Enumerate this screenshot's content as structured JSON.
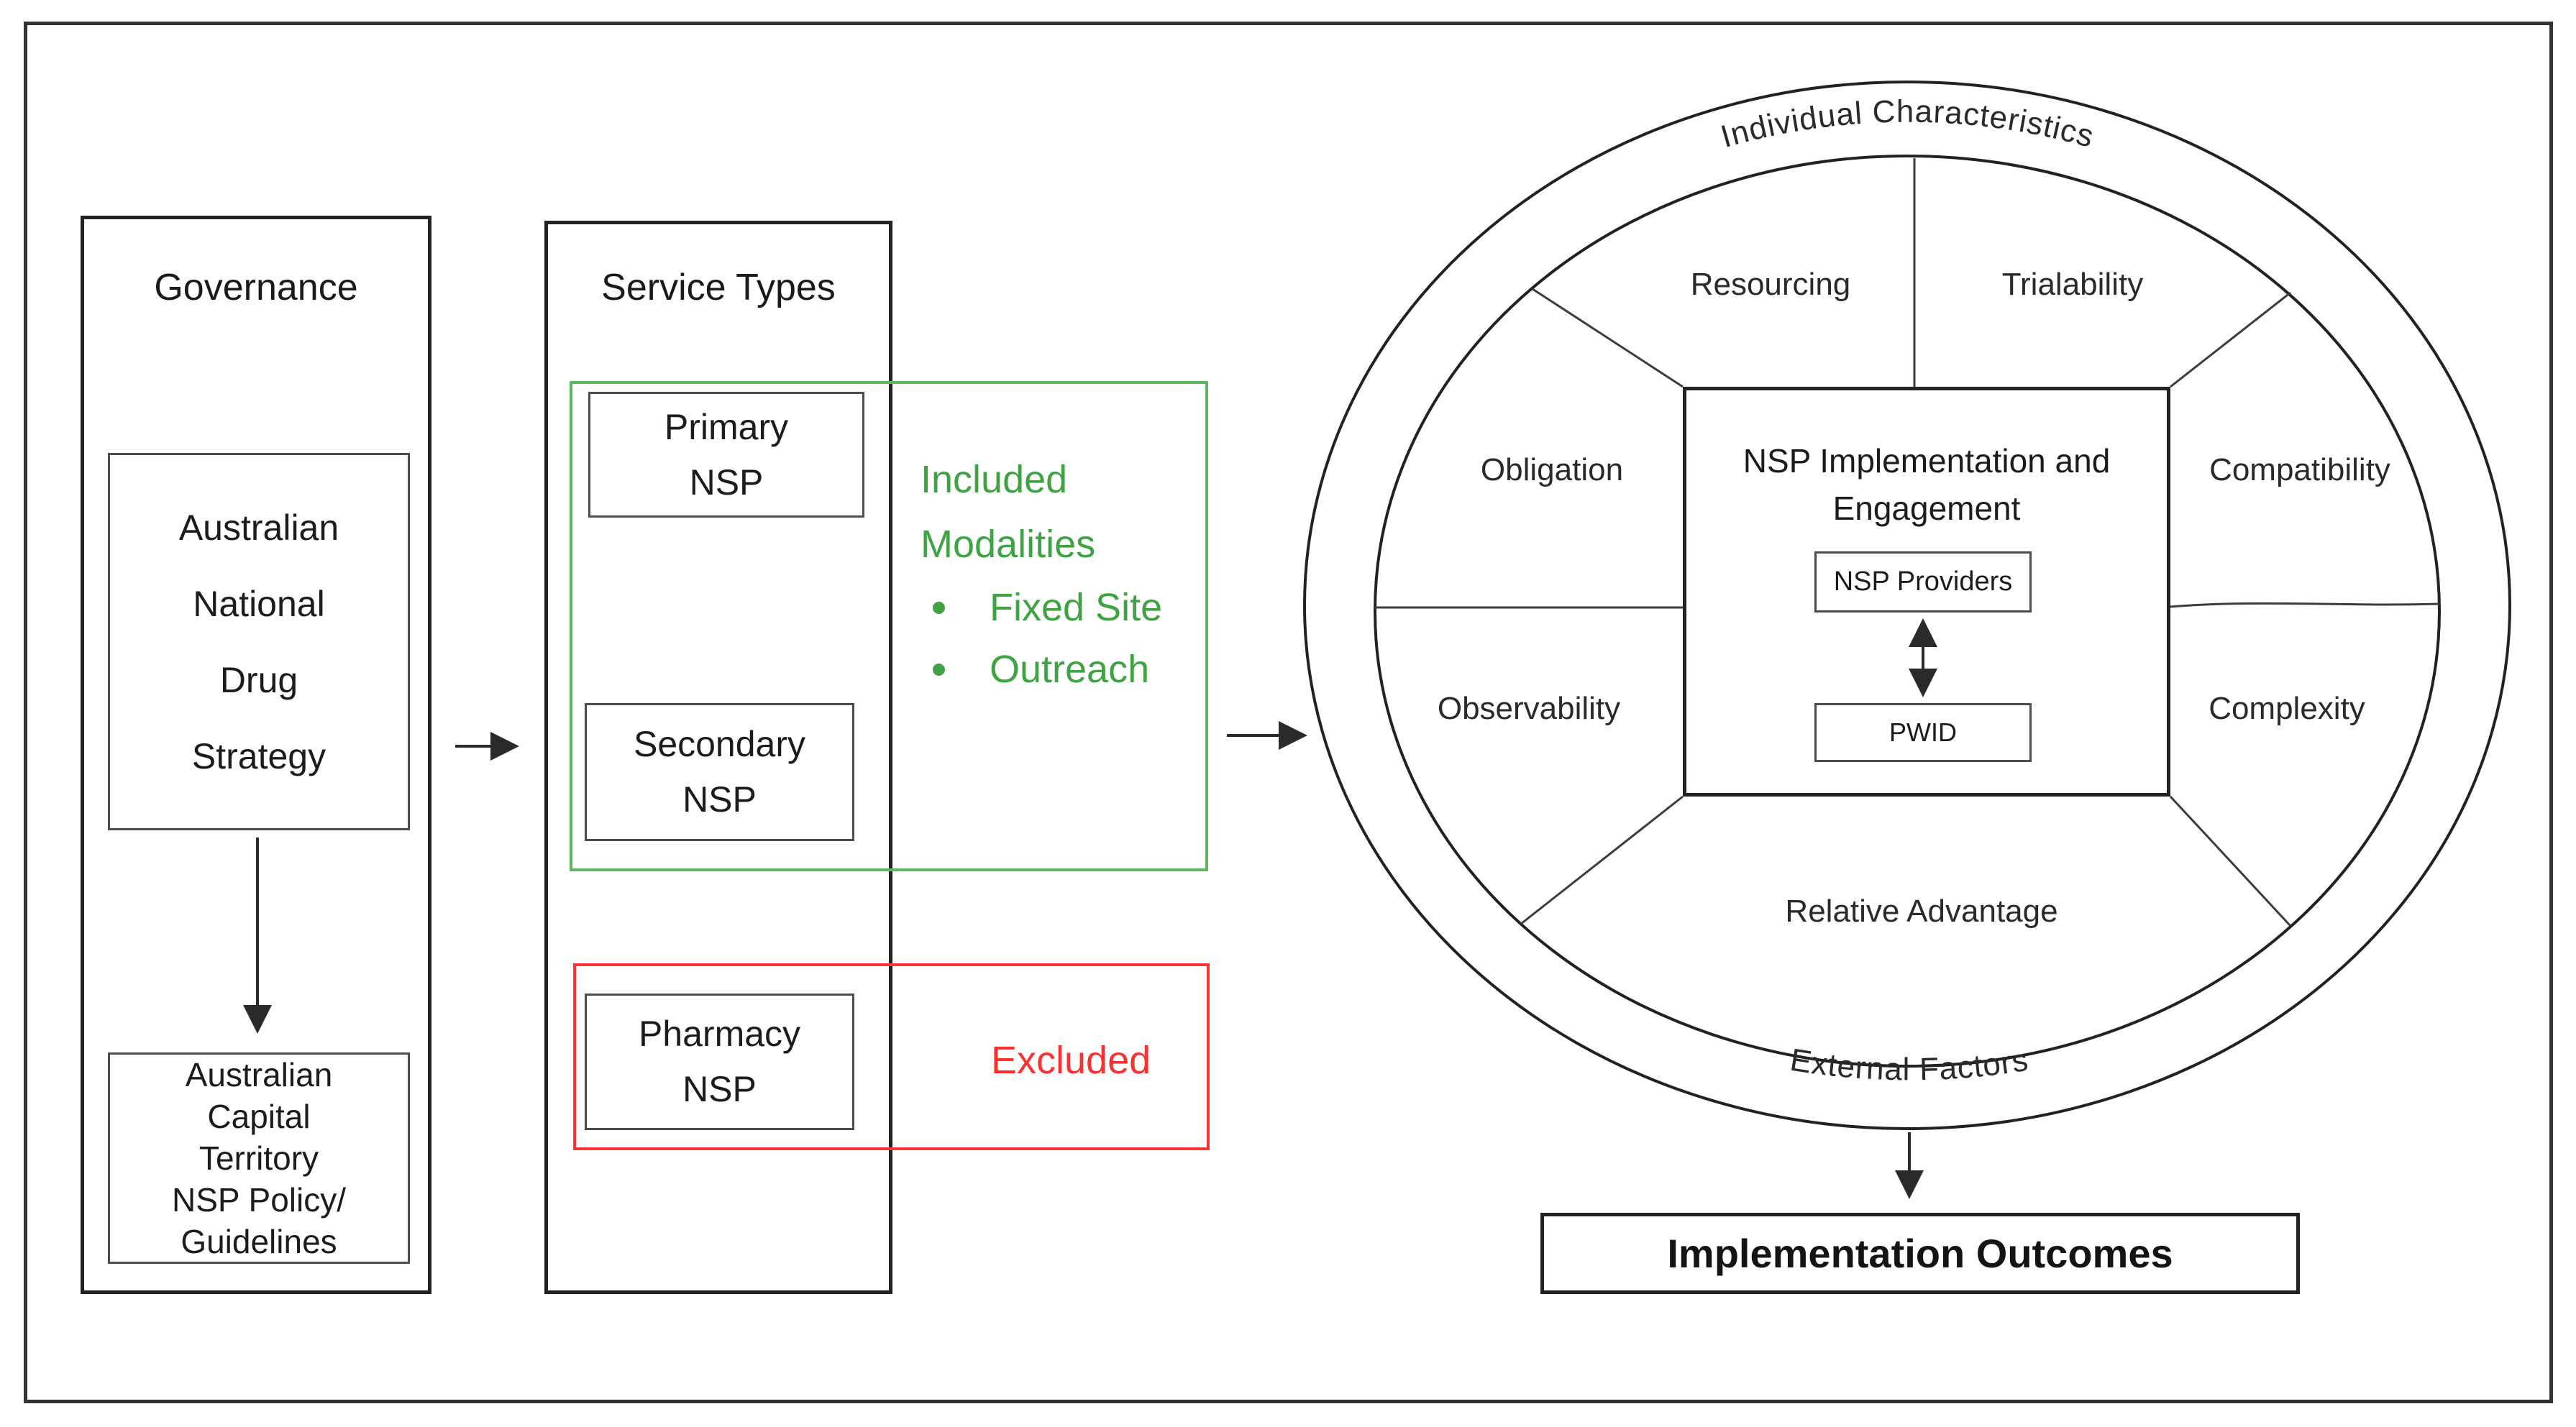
{
  "figure": {
    "governance": {
      "title": "Governance",
      "items": [
        {
          "label": "Australian\nNational\nDrug\nStrategy"
        },
        {
          "label": "Australian\nCapital\nTerritory\nNSP Policy/\nGuidelines"
        }
      ]
    },
    "service_types": {
      "title": "Service Types",
      "items": [
        {
          "label": "Primary\nNSP"
        },
        {
          "label": "Secondary\nNSP"
        },
        {
          "label": "Pharmacy\nNSP"
        }
      ]
    },
    "modalities": {
      "included_heading": "Included\nModalities",
      "included_bullets": [
        "Fixed Site",
        "Outreach"
      ],
      "excluded_label": "Excluded"
    },
    "framework": {
      "outer_ring_top": "Individual Characteristics",
      "outer_ring_bottom": "External Factors",
      "segments": {
        "top_left": "Resourcing",
        "top_right": "Trialability",
        "mid_left": "Obligation",
        "mid_right": "Compatibility",
        "lower_left": "Observability",
        "lower_right": "Complexity",
        "bottom": "Relative Advantage"
      },
      "center": {
        "title": "NSP Implementation and\nEngagement",
        "provider_box": "NSP Providers",
        "pwid_box": "PWID"
      }
    },
    "outcomes": {
      "label": "Implementation Outcomes"
    },
    "colors": {
      "included_green": "#3fa344",
      "excluded_red": "#fb3030",
      "line_black": "#222222"
    }
  }
}
